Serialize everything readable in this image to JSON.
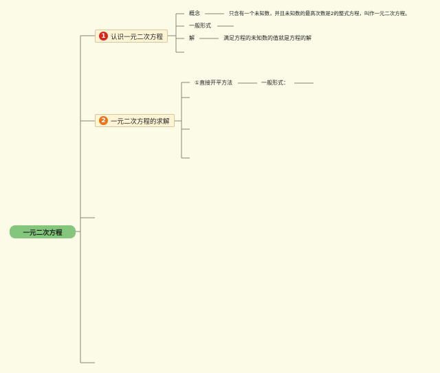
{
  "root": {
    "label": "一元二次方程"
  },
  "branches": [
    {
      "number": "1",
      "label": "认识一元二次方程",
      "badge_color": "#d7261e"
    },
    {
      "number": "2",
      "label": "一元二次方程的求解",
      "badge_color": "#e8761c"
    }
  ],
  "branch1": {
    "items": [
      {
        "label": "概念",
        "detail": "只含有一个未知数，并且未知数的最高次数是2的整式方程，叫作一元二次方程。"
      },
      {
        "label": "一般形式",
        "detail": ""
      },
      {
        "label": "解",
        "detail": "满足方程的未知数的值就是方程的解"
      }
    ]
  },
  "branch2": {
    "items": [
      {
        "label": "①直接开平方法",
        "detail": "一般形式："
      }
    ]
  },
  "colors": {
    "line": "#8a8470",
    "root_fill": "#84c77c",
    "node_fill": "#fdf4d6",
    "background": "#fbfbe8"
  }
}
